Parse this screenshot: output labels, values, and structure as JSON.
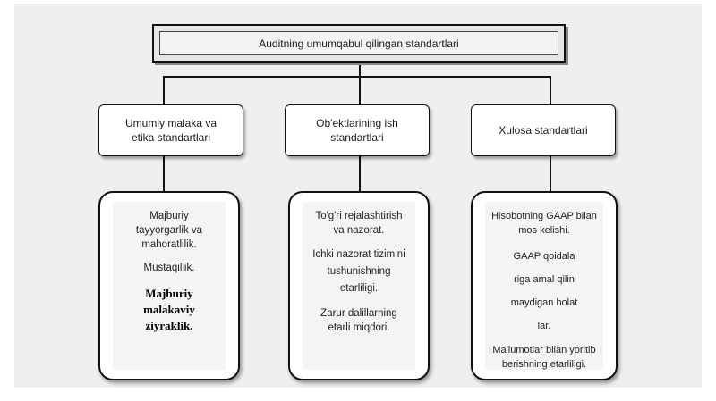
{
  "title": "Auditning umumqabul qilingan standartlari",
  "columns": [
    {
      "heading_line1": "Umumiy malaka va",
      "heading_line2": "etika standartlari",
      "items": {
        "i1_l1": "Majburiy",
        "i1_l2": "tayyorgarlik va",
        "i1_l3": "mahoratlilik.",
        "i2": "Mustaqillik.",
        "i3_l1": "Majburiy",
        "i3_l2": "malakaviy",
        "i3_l3": "ziyraklik."
      }
    },
    {
      "heading_line1": "Ob'ektlarining ish",
      "heading_line2": "standartlari",
      "items": {
        "i1_l1": "To'g'ri rejalashtirish",
        "i1_l2": "va nazorat.",
        "i2_l1": "Ichki nazorat tizimini",
        "i2_l2": "tushunishning",
        "i2_l3": "etarliligi.",
        "i3_l1": "Zarur dalillarning",
        "i3_l2": "etarli miqdori."
      }
    },
    {
      "heading": "Xulosa standartlari",
      "items": {
        "i1_l1": "Hisobotning GAAP bilan",
        "i1_l2": "mos kelishi.",
        "i2_l1": "GAAP qoidala",
        "i2_l2": "riga amal qilin",
        "i2_l3": "maydigan holat",
        "i2_l4": "lar.",
        "i3_l1": "Ma'lumotlar bilan yoritib",
        "i3_l2": "berishning etarliligi."
      }
    }
  ]
}
